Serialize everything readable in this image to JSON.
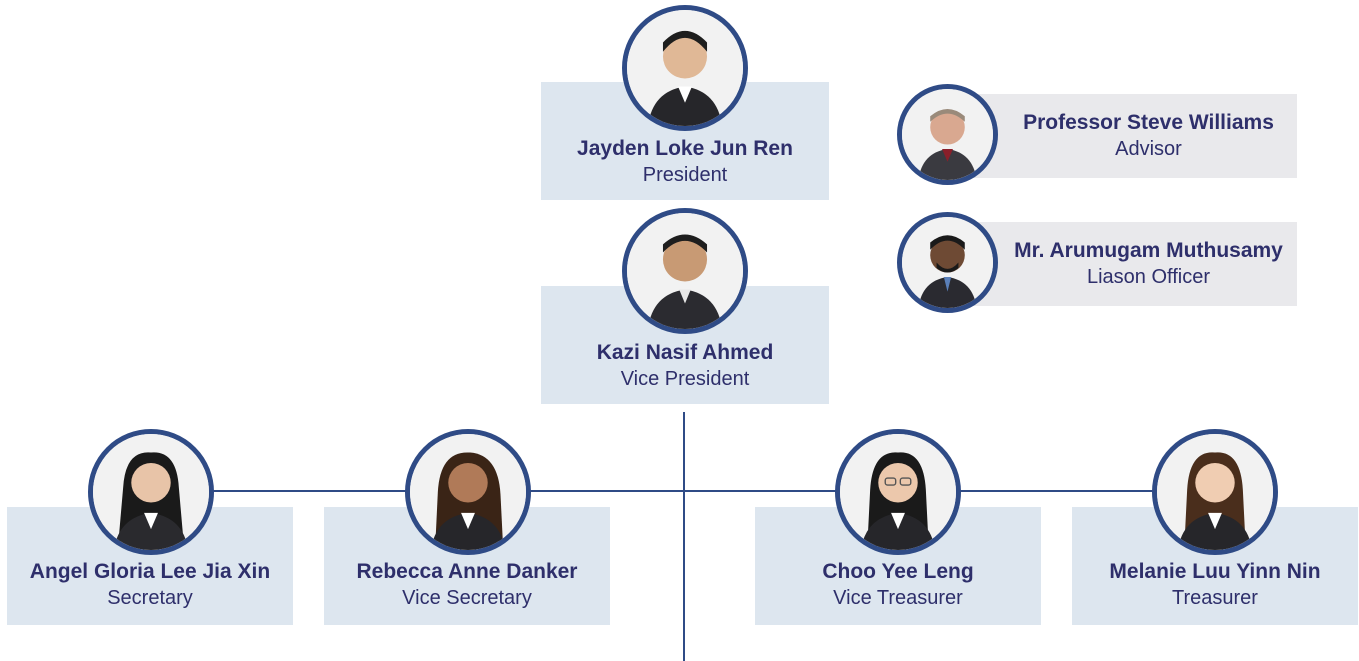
{
  "president": {
    "name": "Jayden Loke Jun Ren",
    "role": "President"
  },
  "vice_president": {
    "name": "Kazi Nasif Ahmed",
    "role": "Vice President"
  },
  "advisor": {
    "name": "Professor Steve Williams",
    "role": "Advisor"
  },
  "liaison": {
    "name": "Mr. Arumugam Muthusamy",
    "role": "Liason Officer"
  },
  "secretary": {
    "name": "Angel Gloria Lee Jia Xin",
    "role": "Secretary"
  },
  "vice_secretary": {
    "name": "Rebecca Anne Danker",
    "role": "Vice Secretary"
  },
  "vice_treasurer": {
    "name": "Choo Yee Leng",
    "role": "Vice Treasurer"
  },
  "treasurer": {
    "name": "Melanie Luu Yinn Nin",
    "role": "Treasurer"
  },
  "colors": {
    "card_blue": "#dde6ef",
    "card_grey": "#e9e9ec",
    "text": "#2e2f6b",
    "ring": "#2f4b86"
  }
}
